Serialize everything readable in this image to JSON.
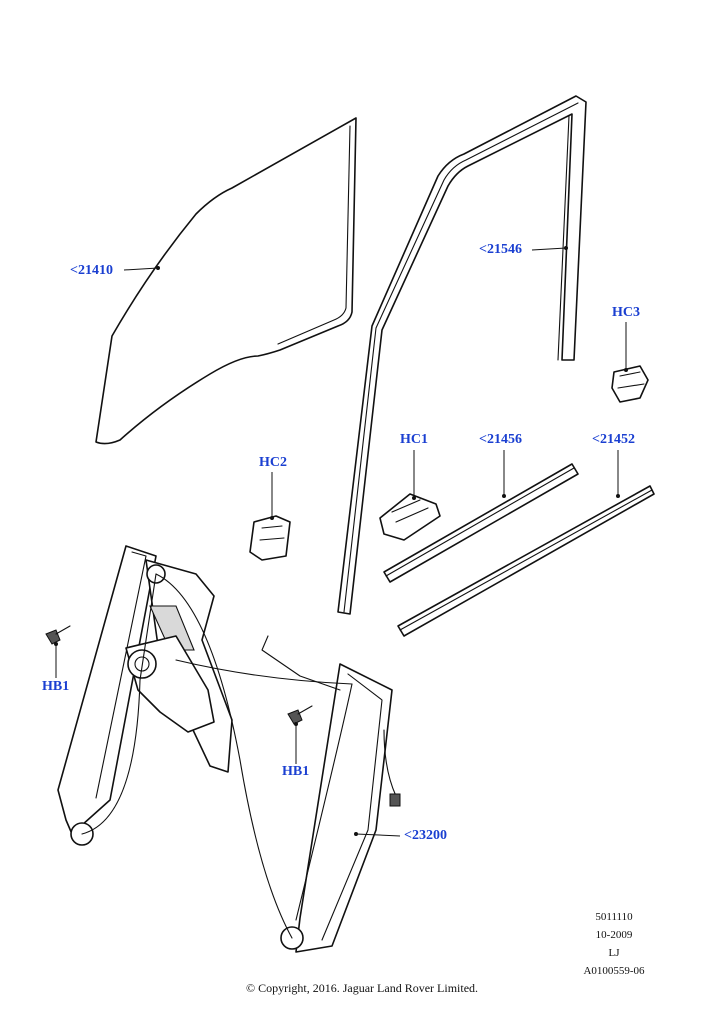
{
  "callouts": {
    "glass": "<21410",
    "channel": "<21546",
    "hc3": "HC3",
    "hc1": "HC1",
    "seal_inner": "<21456",
    "seal_outer": "<21452",
    "hc2": "HC2",
    "hb1_left": "HB1",
    "hb1_right": "HB1",
    "regulator": "<23200"
  },
  "info_block": {
    "line1": "5011110",
    "line2": "10-2009",
    "line3": "LJ",
    "line4": "A0100559-06"
  },
  "copyright": "© Copyright, 2016. Jaguar Land Rover Limited."
}
